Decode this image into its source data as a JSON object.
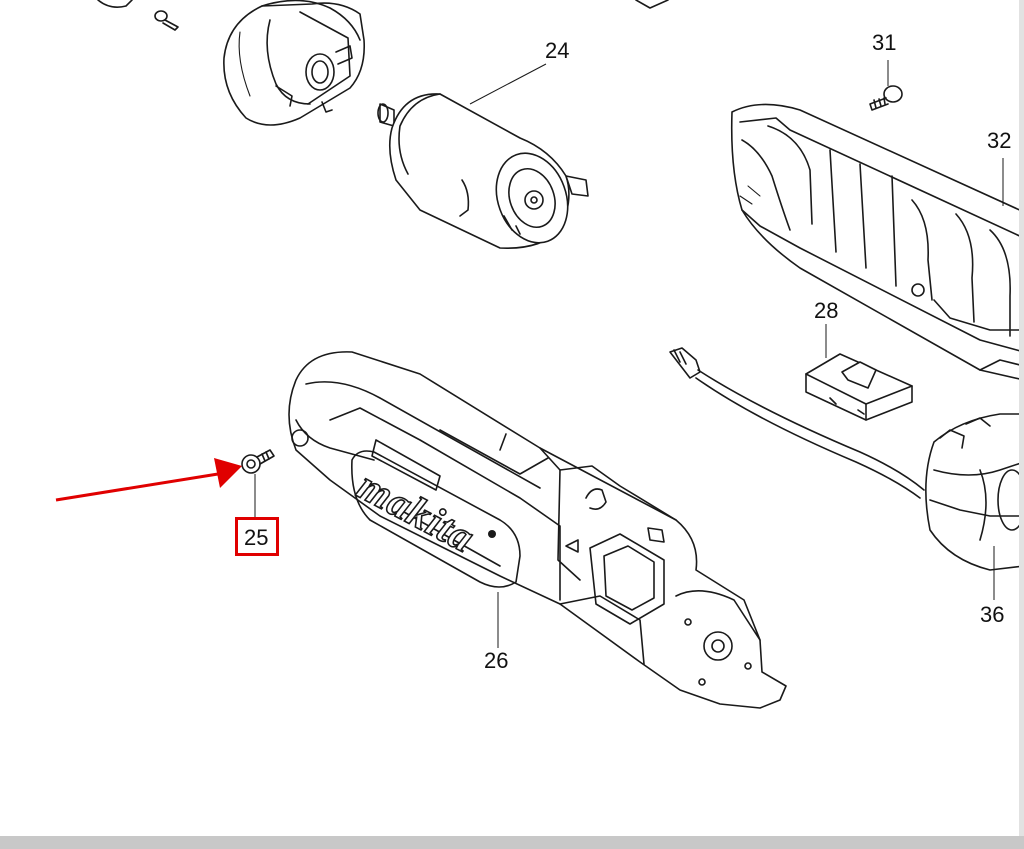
{
  "diagram": {
    "parts": [
      {
        "id": "24",
        "label": "24"
      },
      {
        "id": "25",
        "label": "25",
        "highlighted": true
      },
      {
        "id": "26",
        "label": "26"
      },
      {
        "id": "28",
        "label": "28"
      },
      {
        "id": "31",
        "label": "31"
      },
      {
        "id": "32",
        "label": "32"
      },
      {
        "id": "36",
        "label": "36"
      }
    ],
    "brand_text": "makita",
    "colors": {
      "highlight": "#e00000",
      "arrow": "#e00000",
      "line_art": "#1a1a1a",
      "background": "#ffffff"
    }
  }
}
